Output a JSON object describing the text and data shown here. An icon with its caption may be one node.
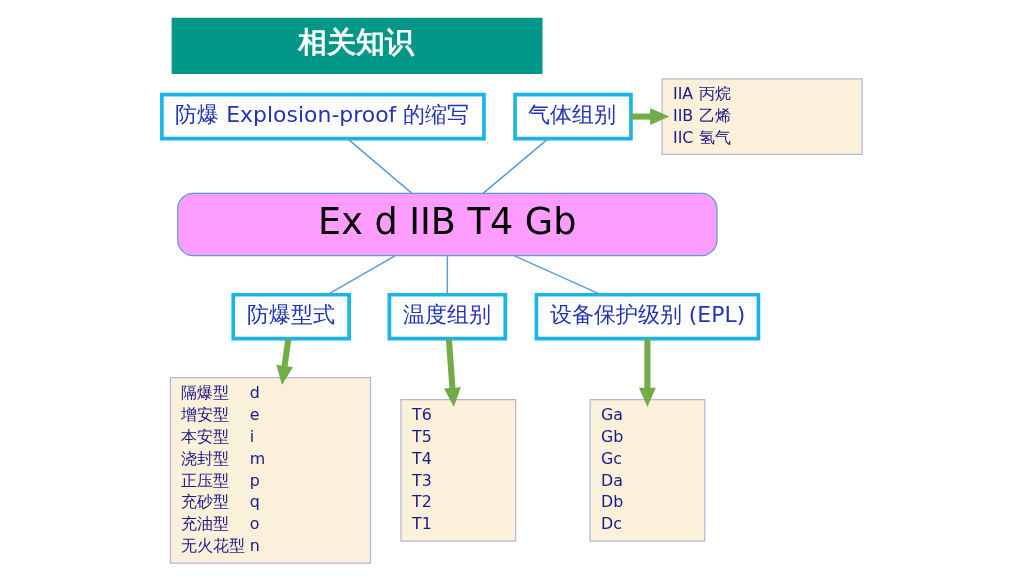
{
  "diagram": {
    "title": "相关知识",
    "nodes": [
      {
        "text": [
          "防爆 Explosion-proof 的缩写"
        ]
      },
      {
        "text": [
          "气体组别"
        ]
      },
      {
        "text": [
          "IIA",
          "丙烷",
          "IIB",
          "乙烯",
          "IIC",
          "氢气"
        ]
      },
      {
        "text": [
          "Ex d IIB T4 Gb"
        ]
      },
      {
        "text": [
          "防爆型式"
        ]
      },
      {
        "text": [
          "温度组别"
        ]
      },
      {
        "text": [
          "设备保护级别 (EPL)"
        ]
      },
      {
        "text": [
          "隔爆型",
          "d",
          "增安型",
          "e",
          "本安型",
          "i",
          "浇封型",
          "m",
          "正压型",
          "p",
          "充砂型",
          "q",
          "充油型",
          "o",
          "无火花型",
          "n"
        ]
      },
      {
        "text": [
          "T6",
          "T5",
          "T4",
          "T3",
          "T2",
          "T1"
        ]
      },
      {
        "text": [
          "Ga",
          "Gb",
          "Gc",
          "Da",
          "Db",
          "Dc"
        ]
      }
    ],
    "edges": [
      {
        "from": 1,
        "to": 2,
        "arrow": "to",
        "style": "thick",
        "color": "#70ad47"
      },
      {
        "from": 0,
        "to": 3,
        "arrow": "none"
      },
      {
        "from": 1,
        "to": 3,
        "arrow": "none"
      },
      {
        "from": 3,
        "to": 4,
        "arrow": "none"
      },
      {
        "from": 3,
        "to": 5,
        "arrow": "none"
      },
      {
        "from": 3,
        "to": 6,
        "arrow": "none"
      },
      {
        "from": 4,
        "to": 7,
        "arrow": "to",
        "style": "thick",
        "color": "#70ad47"
      },
      {
        "from": 5,
        "to": 8,
        "arrow": "to",
        "style": "thick",
        "color": "#70ad47"
      },
      {
        "from": 6,
        "to": 9,
        "arrow": "to",
        "style": "thick",
        "color": "#70ad47"
      }
    ]
  }
}
